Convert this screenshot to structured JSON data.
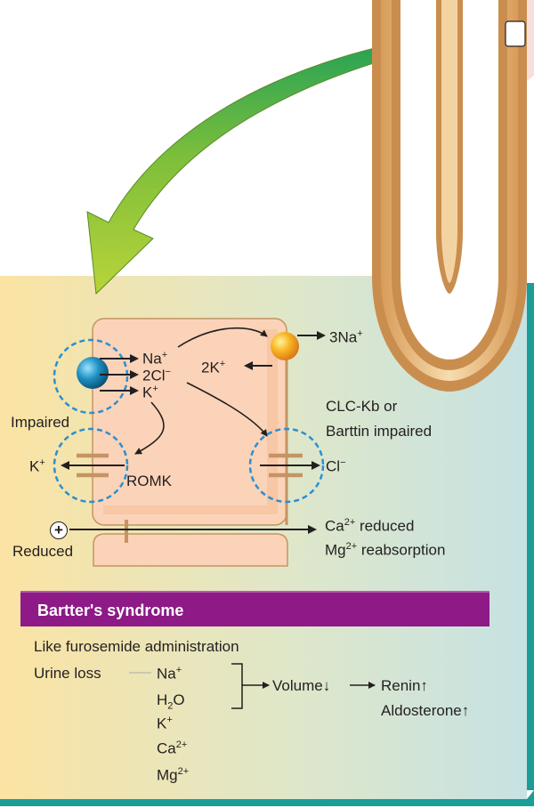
{
  "colors": {
    "panel_left": "#fbe3a3",
    "panel_right": "#c9e4e4",
    "panel_edge": "#1a9e97",
    "cell": "#fbd3b8",
    "channel": "#c49463",
    "arrow_green": "#a6c93a",
    "na_k_pump": "#f5a623",
    "nkcc2": "#1e8fc2",
    "impaired_ring": "#2b8fd1",
    "header_bg": "#8d1a86"
  },
  "labels": {
    "na": "Na",
    "na_sup": "+",
    "cl2": "2Cl",
    "cl_sup": "−",
    "k": "K",
    "k_sup": "+",
    "three_na": "3Na",
    "two_k": "2K",
    "impaired": "Impaired",
    "clc": "CLC-Kb or",
    "barttin": "Barttin impaired",
    "k_out": "K",
    "romk": "ROMK",
    "cl_out": "Cl",
    "plus": "+",
    "reduced": "Reduced",
    "ca": "Ca",
    "ca_sup": "2+",
    "ca_reduced": " reduced",
    "mg": "Mg",
    "mg_sup": "2+",
    "mg_reabs": " reabsorption"
  },
  "syndrome": {
    "title": "Bartter's syndrome",
    "subtitle": "Like furosemide administration",
    "urine_loss": "Urine loss",
    "na": "Na",
    "na_sup": "+",
    "h2o_h": "H",
    "h2o_sub": "2",
    "h2o_o": "O",
    "k": "K",
    "k_sup": "+",
    "ca": "Ca",
    "ca_sup": "2+",
    "mg": "Mg",
    "mg_sup": "2+",
    "volume": "Volume↓",
    "renin": "Renin↑",
    "aldosterone": "Aldosterone↑"
  }
}
